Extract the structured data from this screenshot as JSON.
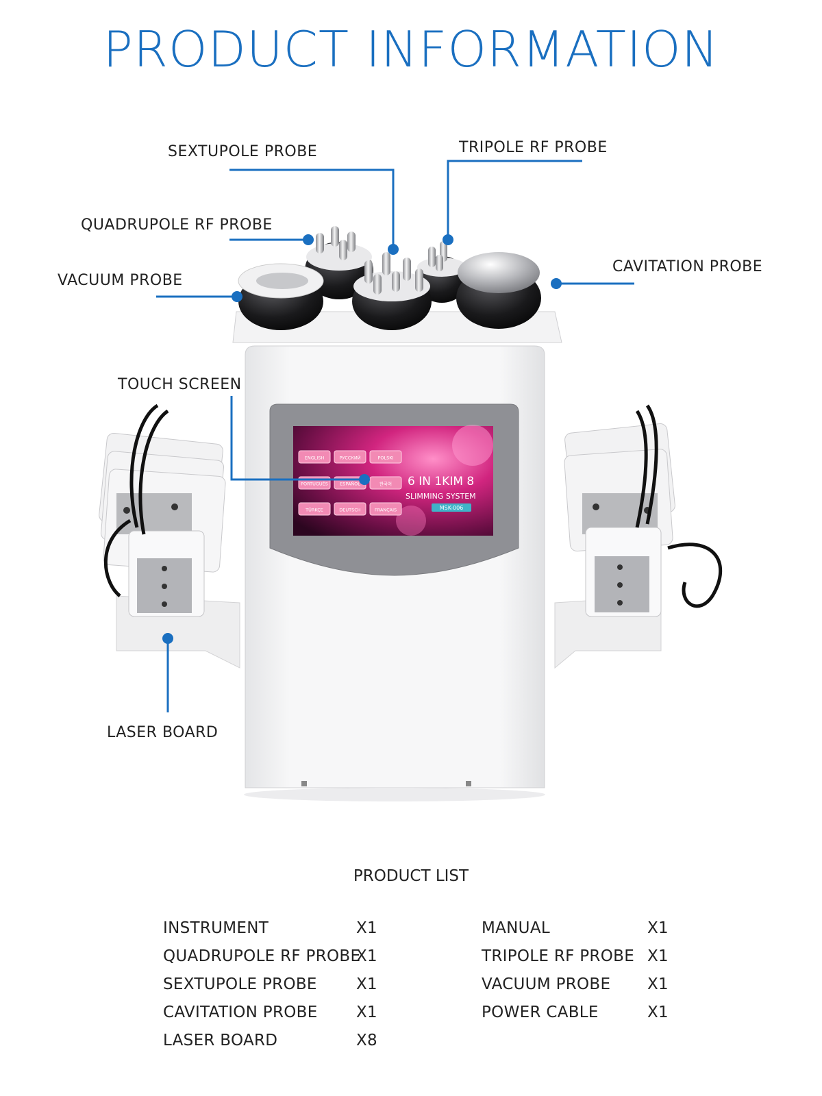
{
  "title": "PRODUCT INFORMATION",
  "callouts": {
    "sextupole": "SEXTUPOLE PROBE",
    "tripole": "TRIPOLE RF PROBE",
    "quadrupole": "QUADRUPOLE RF PROBE",
    "vacuum": "VACUUM PROBE",
    "cavitation": "CAVITATION PROBE",
    "touch_screen": "TOUCH SCREEN",
    "laser_board": "LASER BOARD"
  },
  "screen": {
    "languages": [
      "ENGLISH",
      "РУССКИЙ",
      "POLSKI",
      "PORTUGUÊS",
      "ESPAÑOL",
      "한국어",
      "TÜRKÇE",
      "DEUTSCH",
      "FRANÇAIS"
    ],
    "headline": "6 IN 1KIM 8",
    "subtitle": "SLIMMING SYSTEM",
    "model": "MSK-006"
  },
  "product_list": {
    "title": "PRODUCT LIST",
    "left": [
      {
        "name": "INSTRUMENT",
        "qty": "X1"
      },
      {
        "name": "QUADRUPOLE RF PROBE",
        "qty": "X1"
      },
      {
        "name": "SEXTUPOLE PROBE",
        "qty": "X1"
      },
      {
        "name": "CAVITATION PROBE",
        "qty": "X1"
      },
      {
        "name": "LASER BOARD",
        "qty": "X8"
      }
    ],
    "right": [
      {
        "name": "MANUAL",
        "qty": "X1"
      },
      {
        "name": "TRIPOLE RF PROBE",
        "qty": "X1"
      },
      {
        "name": "VACUUM PROBE",
        "qty": "X1"
      },
      {
        "name": "POWER CABLE",
        "qty": "X1"
      }
    ]
  },
  "colors": {
    "accent": "#1a6fc0",
    "screen_pink": "#c8227a"
  }
}
